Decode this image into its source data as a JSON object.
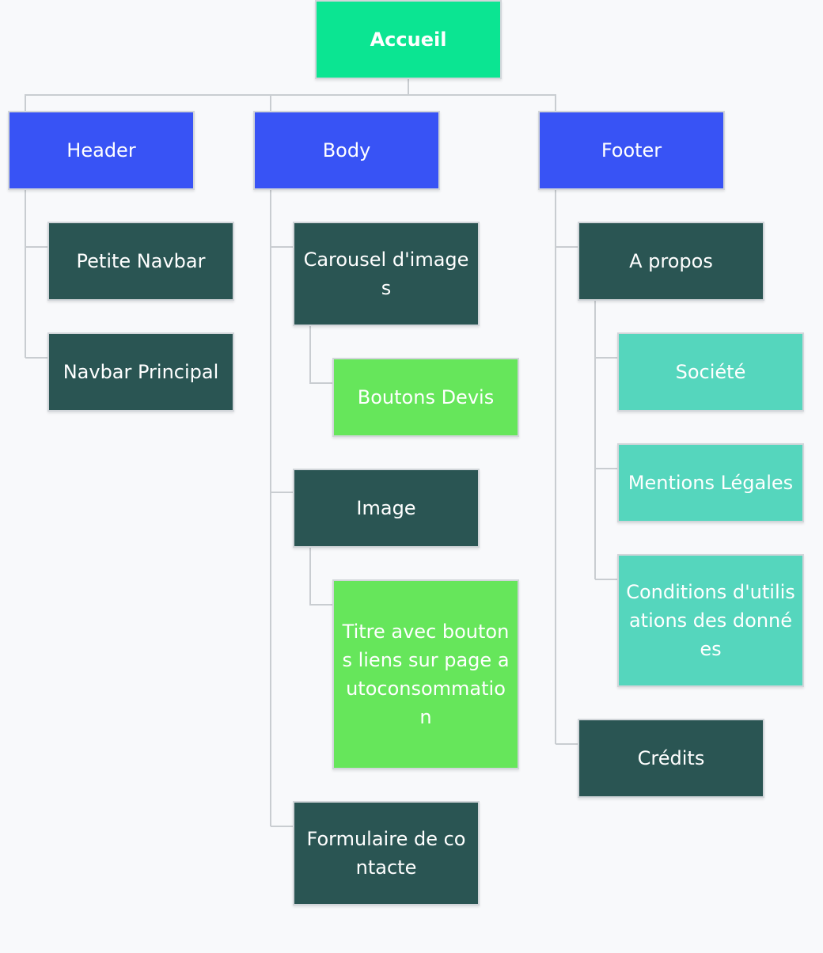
{
  "colors": {
    "root": "#0be592",
    "section": "#3853f5",
    "item": "#2a5553",
    "feature": "#66e65b",
    "legal": "#55d6bd",
    "connector": "#c9cdd1"
  },
  "root": {
    "label": "Accueil"
  },
  "sections": {
    "header": {
      "label": "Header",
      "items": [
        "Petite Navbar",
        "Navbar Principal"
      ]
    },
    "body": {
      "label": "Body",
      "items": [
        {
          "label": "Carousel d'images",
          "children": [
            "Boutons Devis"
          ]
        },
        {
          "label": "Image",
          "children": [
            "Titre avec boutons liens sur page autoconsommation"
          ]
        },
        {
          "label": "Formulaire de contacte"
        }
      ]
    },
    "footer": {
      "label": "Footer",
      "items": [
        {
          "label": "A propos",
          "children": [
            "Société",
            "Mentions Légales",
            "Conditions d'utilisations des données"
          ]
        },
        {
          "label": "Crédits"
        }
      ]
    }
  }
}
